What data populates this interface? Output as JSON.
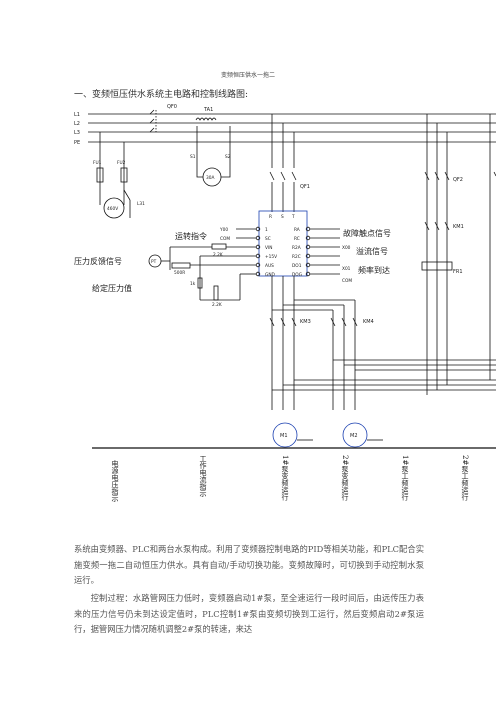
{
  "header": "变频恒压供水一拖二",
  "section_title": "一、变频恒压供水系统主电路和控制线路图:",
  "diagram": {
    "lines": [
      "L1",
      "L2",
      "L3",
      "PE"
    ],
    "qf0": "QF0",
    "ta1": "TA1",
    "s1": "S1",
    "s2": "S2",
    "ammeter": "30A",
    "fu1": "FU1",
    "fu2": "FU2",
    "voltmeter": "460V",
    "lamp": "L31",
    "qf1": "QF1",
    "qf2": "QF2",
    "km1": "KM1",
    "fr1": "FR1",
    "km3": "KM3",
    "km4": "KM4",
    "m1": "M1",
    "m2": "M2",
    "inv_top": [
      "R",
      "S",
      "T"
    ],
    "inv_left": [
      "1",
      "SC",
      "VIN",
      "+15V",
      "AUS",
      "GND"
    ],
    "inv_right": [
      "RA",
      "RC",
      "R2A",
      "R2C",
      "DO1",
      "DOG"
    ],
    "y00": "Y00",
    "com_left": "COM",
    "x00": "X00",
    "x01": "X01",
    "com_right": "COM",
    "pt": "PT",
    "res_2k_1": "2.2K",
    "res_500r": "500R",
    "res_1k": "1k",
    "res_2k_2": "2.2K",
    "run_cmd": "运转指令",
    "pressure_feedback": "压力反馈信号",
    "set_pressure": "给定压力值",
    "fault_signal": "故障触点信号",
    "overflow_signal": "溢流信号",
    "freq_reached": "频率到达",
    "bottom_labels": [
      "电源电压指示",
      "工作电流指示",
      "1#泵变频运行",
      "2#泵变频运行",
      "1#泵工频运行",
      "2#泵工频运行"
    ]
  },
  "paragraphs": [
    "系统由变频器、PLC和两台水泵构成。利用了变频器控制电路的PID等相关功能，和PLC配合实施变频一拖二自动恒压力供水。具有自动/手动切换功能。变频故障时，可切换到手动控制水泵运行。",
    "控制过程：水路管网压力低时，变频器启动1#泵，至全速运行一段时间后，由远传压力表来的压力信号仍未到达设定值时，PLC控制1#泵由变频切换到工运行，然后变频启动2#泵运行，据管网压力情况随机调整2#泵的转速，来达"
  ]
}
